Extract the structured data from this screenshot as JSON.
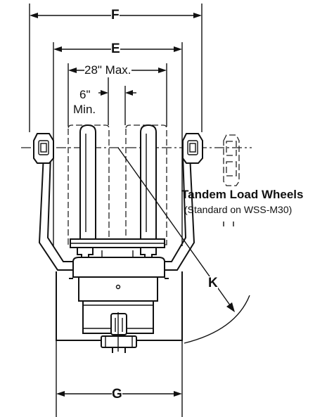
{
  "dimensions": {
    "F": "F",
    "E": "E",
    "max_spread": "28\" Max.",
    "min_spread_value": "6\"",
    "min_spread_unit": "Min.",
    "K": "K",
    "G": "G"
  },
  "callout": {
    "title": "Tandem Load Wheels",
    "subtitle": "(Standard on WSS-M30)"
  }
}
